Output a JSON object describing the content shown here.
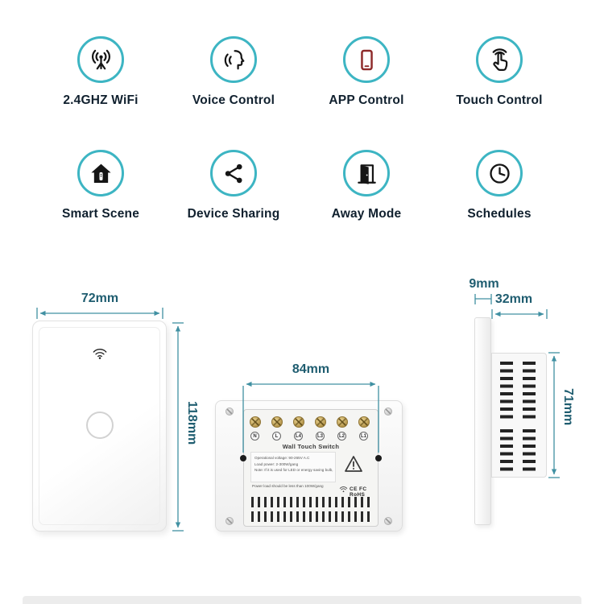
{
  "accent_color": "#3db5c3",
  "dimension_color": "#1f5d70",
  "features": {
    "items": [
      {
        "label": "2.4GHZ WiFi",
        "icon": "wifi-antenna"
      },
      {
        "label": "Voice Control",
        "icon": "voice-face"
      },
      {
        "label": "APP Control",
        "icon": "smartphone"
      },
      {
        "label": "Touch Control",
        "icon": "touch-hand"
      },
      {
        "label": "Smart Scene",
        "icon": "house-remote"
      },
      {
        "label": "Device Sharing",
        "icon": "share-nodes"
      },
      {
        "label": "Away Mode",
        "icon": "open-door"
      },
      {
        "label": "Schedules",
        "icon": "clock"
      }
    ]
  },
  "front_view": {
    "width": "72mm",
    "height": "118mm"
  },
  "back_view": {
    "width": "84mm",
    "title": "Wall Touch Switch",
    "terminals": [
      "N",
      "L",
      "L4",
      "L3",
      "L2",
      "L1"
    ],
    "label_lines": [
      "Operational voltage: 90-265V A.C",
      "Load power: 2-300W/gang",
      "Note: If it is used for LED or energy saving bulb,",
      "Power load should be less than 100W/gang"
    ],
    "certs": "CE FC RoHS"
  },
  "side_view": {
    "glass": "9mm",
    "depth": "32mm",
    "height": "71mm"
  }
}
